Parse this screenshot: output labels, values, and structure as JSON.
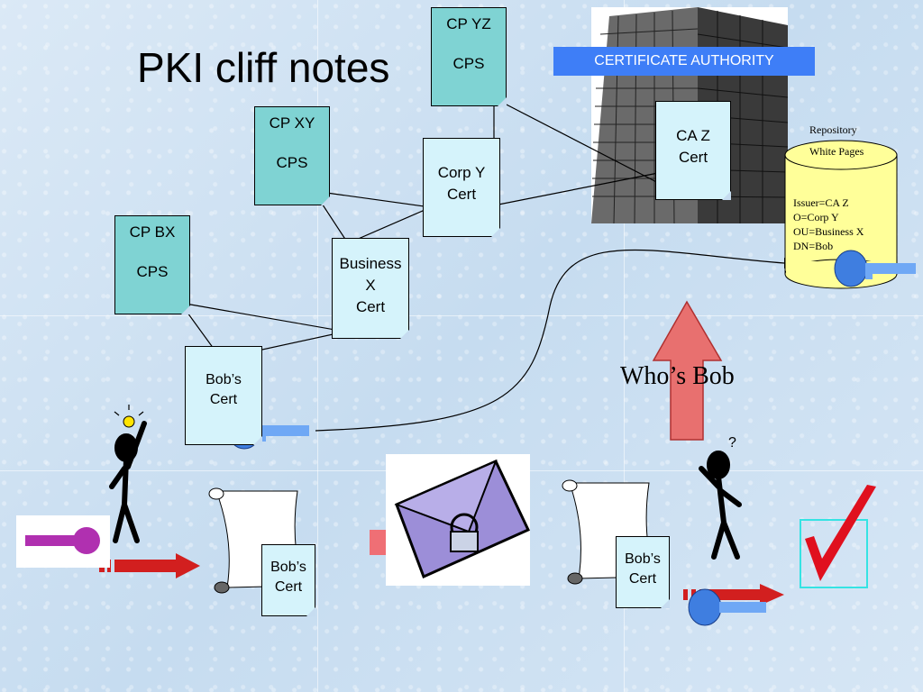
{
  "title": "PKI cliff notes",
  "ca_label": "CERTIFICATE AUTHORITY",
  "docs": {
    "cp_yz": {
      "line1": "CP YZ",
      "line2": "CPS"
    },
    "cp_xy": {
      "line1": "CP XY",
      "line2": "CPS"
    },
    "cp_bx": {
      "line1": "CP BX",
      "line2": "CPS"
    },
    "corp_y": {
      "line1": "Corp Y",
      "line2": "Cert"
    },
    "ca_z": {
      "line1": "CA Z",
      "line2": "Cert"
    },
    "business_x": {
      "line1": "Business",
      "line2": "X",
      "line3": "Cert"
    },
    "bobs_cert": {
      "line1": "Bob’s",
      "line2": "Cert"
    },
    "scroll_left": {
      "line1": "Bob’s",
      "line2": "Cert"
    },
    "scroll_right": {
      "line1": "Bob’s",
      "line2": "Cert"
    }
  },
  "repository": {
    "label": "Repository",
    "section": "White Pages",
    "lines": [
      "Issuer=CA Z",
      "O=Corp Y",
      "OU=Business X",
      "DN=Bob"
    ]
  },
  "question": "Who’s Bob",
  "colors": {
    "cp_fill": "#7fd3d3",
    "cert_fill": "#d5f3fb",
    "ca_banner": "#3e7ef7",
    "arrow_red": "#e8706f",
    "check_red": "#e0101e",
    "repo_fill": "#ffff99"
  }
}
